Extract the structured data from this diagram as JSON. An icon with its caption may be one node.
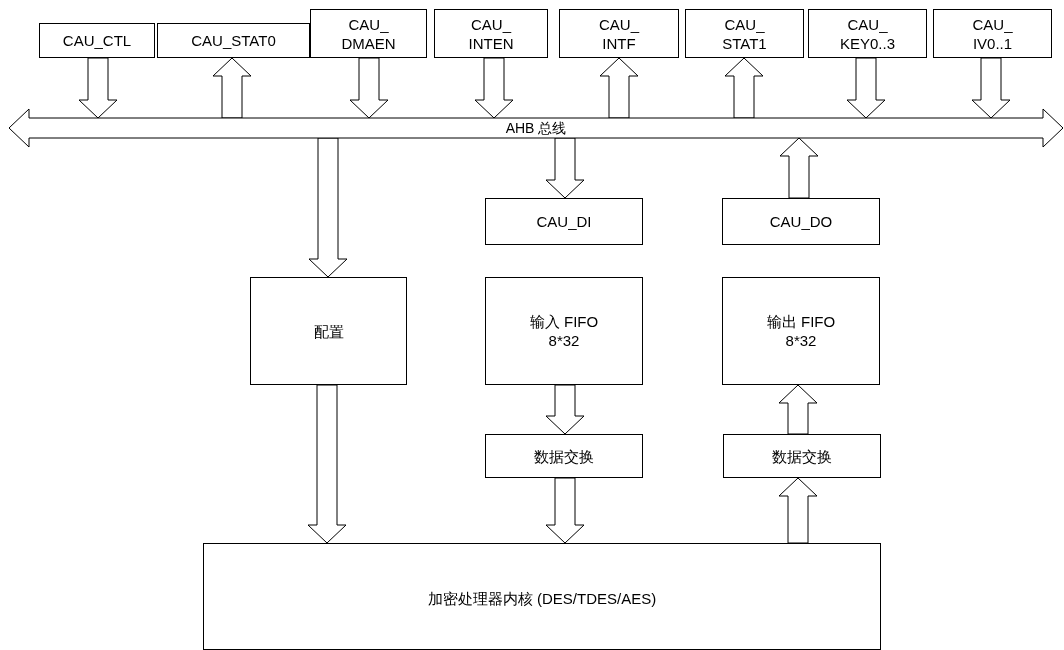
{
  "diagram": {
    "nodes": [
      {
        "text": [
          "CAU_CTL"
        ]
      },
      {
        "text": [
          "CAU_STAT0"
        ]
      },
      {
        "text": [
          "CAU_ DMAEN"
        ]
      },
      {
        "text": [
          "CAU_ INTEN"
        ]
      },
      {
        "text": [
          "CAU_ INTF"
        ]
      },
      {
        "text": [
          "CAU_ STAT1"
        ]
      },
      {
        "text": [
          "CAU_ KEY0..3"
        ]
      },
      {
        "text": [
          "CAU_ IV0..1"
        ]
      },
      {
        "text": [
          "AHB 总线"
        ]
      },
      {
        "text": [
          "CAU_DI"
        ]
      },
      {
        "text": [
          "CAU_DO"
        ]
      },
      {
        "text": [
          "配置"
        ]
      },
      {
        "text": [
          "输入 FIFO 8*32"
        ]
      },
      {
        "text": [
          "输出 FIFO 8*32"
        ]
      },
      {
        "text": [
          "数据交换"
        ]
      },
      {
        "text": [
          "数据交换"
        ]
      },
      {
        "text": [
          "加密处理器内核 (DES/TDES/AES)"
        ]
      }
    ],
    "edges": [
      {
        "from": 0,
        "to": 8,
        "arrow": "to"
      },
      {
        "from": 8,
        "to": 1,
        "arrow": "to"
      },
      {
        "from": 2,
        "to": 8,
        "arrow": "to"
      },
      {
        "from": 3,
        "to": 8,
        "arrow": "to"
      },
      {
        "from": 8,
        "to": 4,
        "arrow": "to"
      },
      {
        "from": 8,
        "to": 5,
        "arrow": "to"
      },
      {
        "from": 6,
        "to": 8,
        "arrow": "to"
      },
      {
        "from": 7,
        "to": 8,
        "arrow": "to"
      },
      {
        "from": 8,
        "to": 11,
        "arrow": "to"
      },
      {
        "from": 8,
        "to": 9,
        "arrow": "to"
      },
      {
        "from": 10,
        "to": 8,
        "arrow": "to"
      },
      {
        "from": 11,
        "to": 16,
        "arrow": "to"
      },
      {
        "from": 12,
        "to": 14,
        "arrow": "to"
      },
      {
        "from": 14,
        "to": 16,
        "arrow": "to"
      },
      {
        "from": 16,
        "to": 15,
        "arrow": "to"
      },
      {
        "from": 15,
        "to": 13,
        "arrow": "to"
      }
    ]
  }
}
